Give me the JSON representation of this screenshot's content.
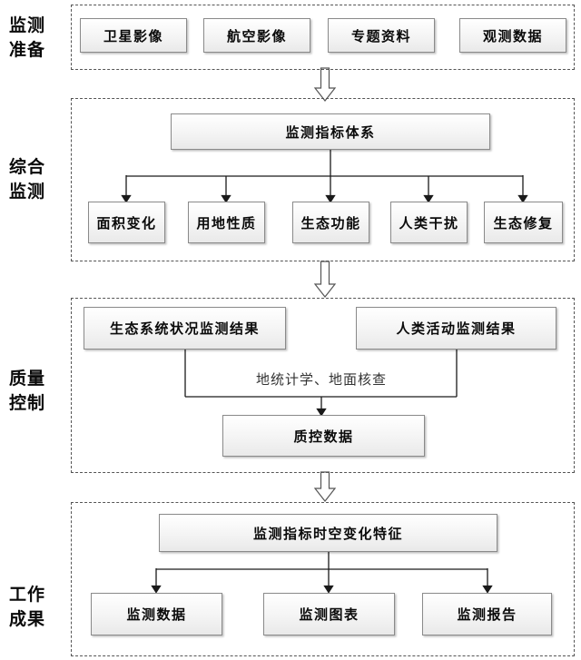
{
  "diagram": {
    "title_semantics": "ecological monitoring workflow flowchart",
    "stage_labels": [
      "监测\n准备",
      "综合\n监测",
      "质量\n控制",
      "工作\n成果"
    ],
    "preparation": {
      "inputs": [
        "卫星影像",
        "航空影像",
        "专题资料",
        "观测数据"
      ]
    },
    "monitoring": {
      "root": "监测指标体系",
      "indicators": [
        "面积变化",
        "用地性质",
        "生态功能",
        "人类干扰",
        "生态修复"
      ]
    },
    "quality": {
      "left_result": "生态系统状况监测结果",
      "right_result": "人类活动监测结果",
      "method_label": "地统计学、地面核查",
      "output": "质控数据"
    },
    "results": {
      "root": "监测指标时空变化特征",
      "outputs": [
        "监测数据",
        "监测图表",
        "监测报告"
      ]
    },
    "colors": {
      "line": "#1a1a1a",
      "dashed_border": "#555555",
      "node_border": "#8a8a8a",
      "node_fill_top": "#ffffff",
      "node_fill_bottom": "#e9e9e9",
      "text": "#0a0a0a"
    }
  }
}
